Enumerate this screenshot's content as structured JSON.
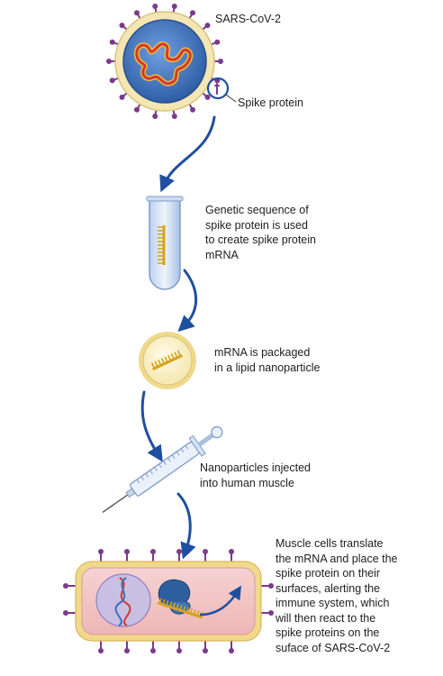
{
  "steps": [
    {
      "id": "virus",
      "label": "SARS-CoV-2",
      "icon": "virus-icon"
    },
    {
      "id": "spike",
      "label": "Spike protein",
      "icon": "spike-protein-callout-icon"
    },
    {
      "id": "tube",
      "label": "Genetic sequence of\nspike protein is used\nto create spike protein\nmRNA",
      "icon": "test-tube-icon"
    },
    {
      "id": "nanoparticle",
      "label": "mRNA is packaged\nin a lipid nanoparticle",
      "icon": "lipid-nanoparticle-icon"
    },
    {
      "id": "syringe",
      "label": "Nanoparticles injected\ninto human muscle",
      "icon": "syringe-icon"
    },
    {
      "id": "cell",
      "label": "Muscle cells translate\nthe mRNA and place the\nspike protein on their\nsurfaces, alerting the\nimmune system, which\nwill then react to the\nspike proteins on the\nsuface of SARS-CoV-2",
      "icon": "muscle-cell-icon"
    }
  ],
  "colors": {
    "virus_fill": "#3f6fb5",
    "virus_membrane": "#f3e6b3",
    "rna_red": "#d23a2e",
    "rna_gold": "#f0b93a",
    "spike_purple": "#7b3a8c",
    "arrow_blue": "#1f4fa0",
    "cell_fill": "#f3c6c6",
    "cell_membrane": "#f0d98a",
    "tube_fill": "#dbe7f6",
    "mrna_gold": "#d6a31c",
    "nucleus_fill": "#c9bfe3",
    "ribosome_blue": "#2e5f9e"
  }
}
